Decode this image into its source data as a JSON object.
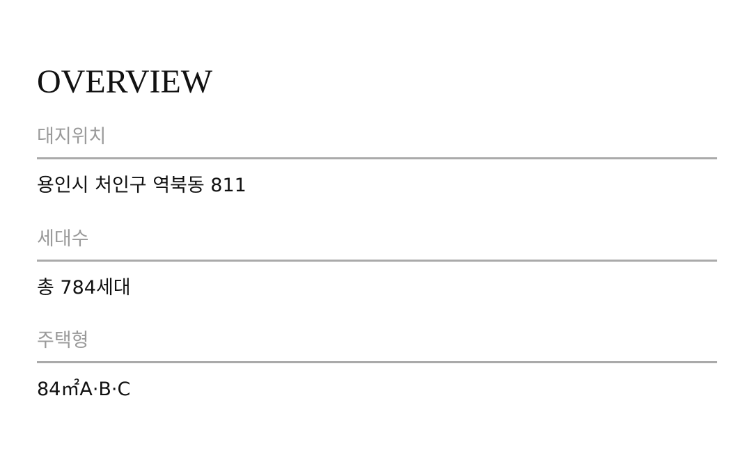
{
  "title": "OVERVIEW",
  "items": [
    {
      "label": "대지위치",
      "value": "용인시 처인구 역북동 811"
    },
    {
      "label": "세대수",
      "value": "총 784세대"
    },
    {
      "label": "주택형",
      "value": "84㎡A·B·C"
    }
  ]
}
